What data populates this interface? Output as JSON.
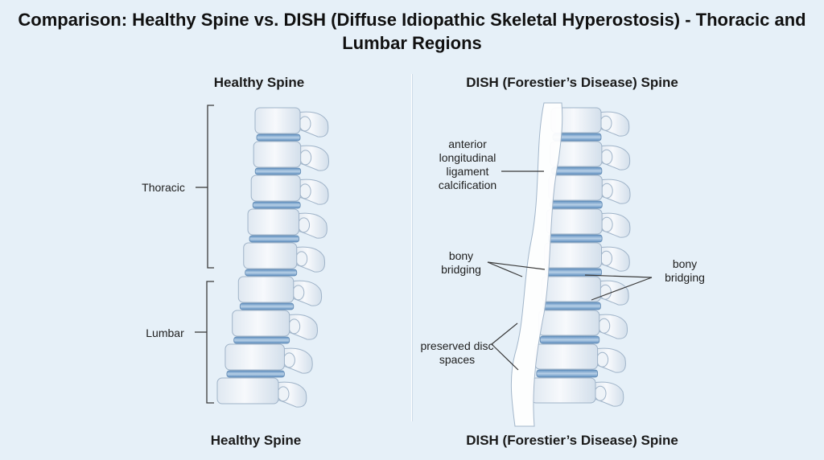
{
  "title": "Comparison: Healthy Spine vs. DISH (Diffuse Idiopathic Skeletal Hyperostosis) - Thoracic and Lumbar Regions",
  "left_panel": {
    "heading_top": "Healthy Spine",
    "heading_bottom": "Healthy Spine",
    "labels": {
      "thoracic": "Thoracic",
      "lumbar": "Lumbar"
    }
  },
  "right_panel": {
    "heading_top": "DISH (Forestier’s Disease) Spine",
    "heading_bottom": "DISH (Forestier’s Disease) Spine",
    "labels": {
      "ligament": "anterior longitudinal ligament calcification",
      "bridging_left": "bony bridging",
      "bridging_right": "bony bridging",
      "discs": "preserved disc spaces"
    }
  },
  "colors": {
    "background": "#e6f0f8",
    "bone": "#f3f6fa",
    "bone_outline": "#9fb3c8",
    "disc": "#8fb2d4",
    "ligament": "#ffffff",
    "line": "#3a3a3a"
  }
}
